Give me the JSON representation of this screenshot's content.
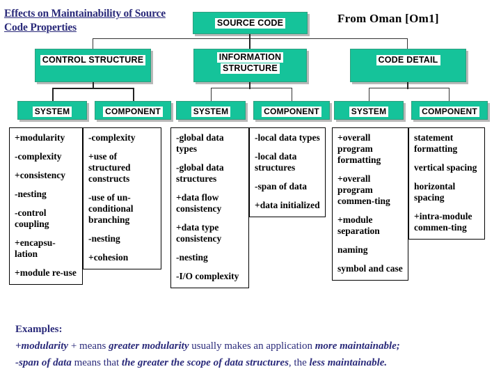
{
  "title": "Effects on Maintainability of Source Code Properties",
  "credit": "From Oman [Om1]",
  "tree": {
    "root": "SOURCE CODE",
    "level1": [
      "CONTROL STRUCTURE",
      "INFORMATION STRUCTURE",
      "CODE DETAIL"
    ],
    "level1_lines": [
      [
        "CONTROL STRUCTURE"
      ],
      [
        "INFORMATION",
        "STRUCTURE"
      ],
      [
        "CODE DETAIL"
      ]
    ],
    "leaves": [
      "SYSTEM",
      "COMPONENT",
      "SYSTEM",
      "COMPONENT",
      "SYSTEM",
      "COMPONENT"
    ]
  },
  "columns": [
    {
      "header": "SYSTEM",
      "items": [
        "+modularity",
        "-complexity",
        "+consistency",
        "-nesting",
        "-control coupling",
        "+encapsu-lation",
        "+module re-use"
      ]
    },
    {
      "header": "COMPONENT",
      "items": [
        "-complexity",
        "+use of structured constructs",
        "-use of un-conditional branching",
        "-nesting",
        "+cohesion"
      ]
    },
    {
      "header": "SYSTEM",
      "items": [
        "-global data types",
        "-global data structures",
        "+data flow consistency",
        "+data type consistency",
        "-nesting",
        "-I/O complexity"
      ]
    },
    {
      "header": "COMPONENT",
      "items": [
        "-local data types",
        "-local data structures",
        "-span of data",
        "+data initialized"
      ]
    },
    {
      "header": "SYSTEM",
      "items": [
        "+overall program formatting",
        "+overall program commen-ting",
        "+module separation",
        "naming",
        "symbol and case"
      ]
    },
    {
      "header": "COMPONENT",
      "items": [
        "statement formatting",
        "vertical spacing",
        "horizontal spacing",
        "+intra-module commen-ting"
      ]
    }
  ],
  "examples": {
    "heading": "Examples:",
    "line1": {
      "a": "+modularity",
      "b": " + means ",
      "c": "greater modularity",
      "d": " usually makes an application ",
      "e": "more maintainable;"
    },
    "line2": {
      "a": "-span of data",
      "b": "  means that ",
      "c": "the greater the scope of data structures",
      "d": ", the ",
      "e": "less maintainable."
    }
  },
  "colors": {
    "box_green": "#15c39a",
    "title_blue": "#2a2a7a",
    "line": "#222222"
  }
}
